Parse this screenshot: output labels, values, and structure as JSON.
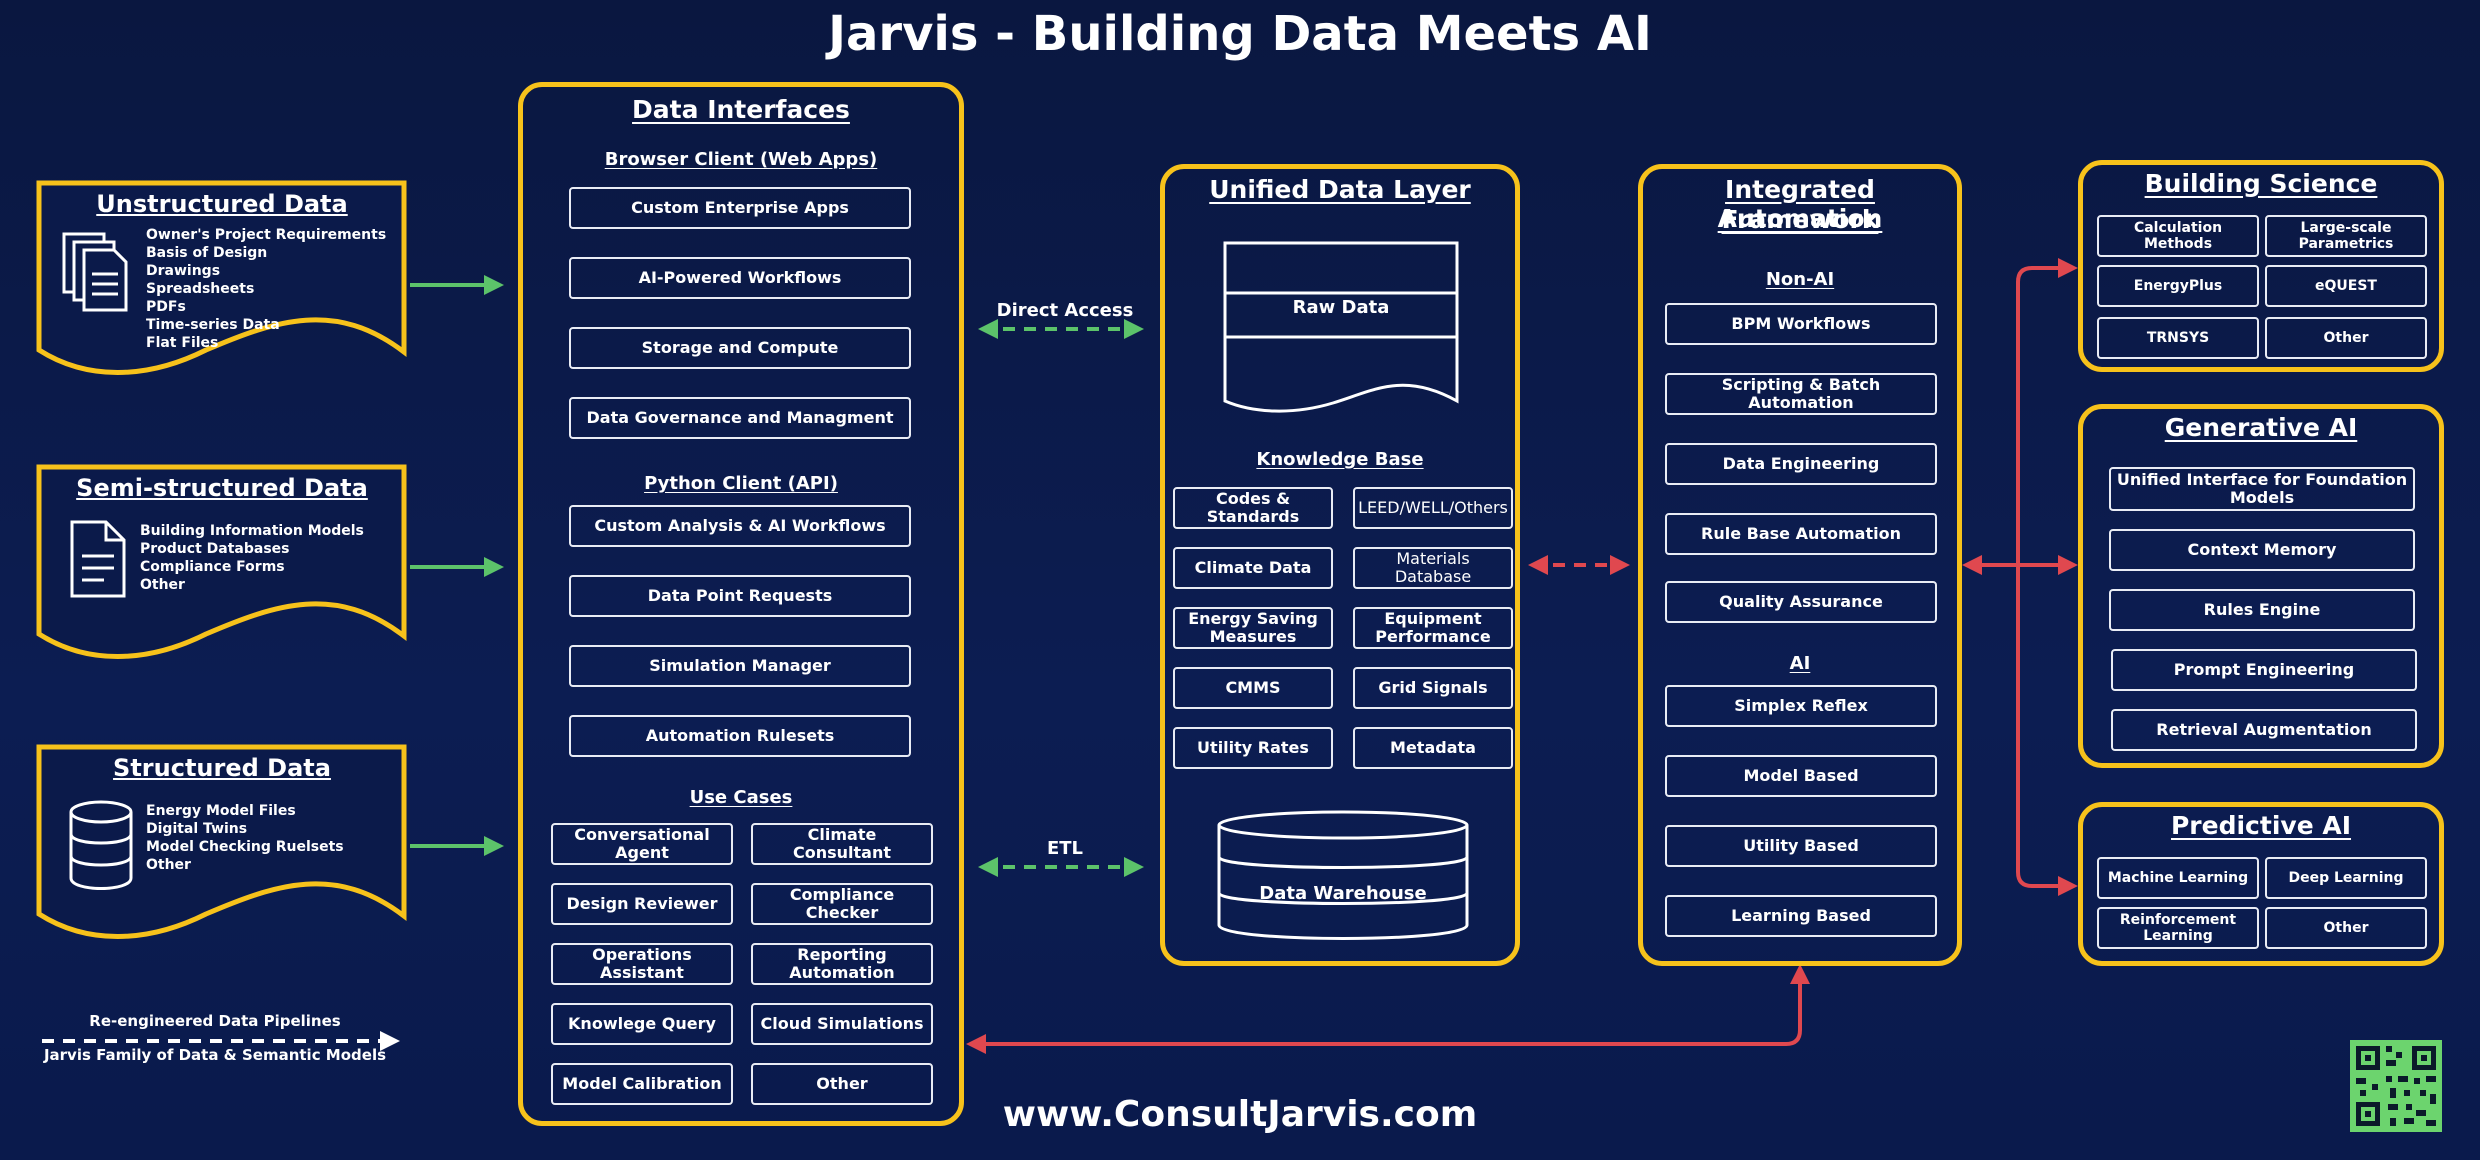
{
  "title": "Jarvis - Building Data Meets AI",
  "footer_url": "www.ConsultJarvis.com",
  "colors": {
    "panel_border": "#f7c21b",
    "green_arrow": "#5cc36a",
    "red_arrow": "#e0484f",
    "background": "#0b1a4a"
  },
  "sources": {
    "unstructured": {
      "title": "Unstructured Data",
      "items": "Owner's Project Requirements\nBasis of Design\nDrawings\nSpreadsheets\nPDFs\nTime-series Data\nFlat Files",
      "icon": "documents-stack-icon"
    },
    "semi": {
      "title": "Semi-structured Data",
      "items": "Building Information Models\nProduct Databases\nCompliance Forms\nOther",
      "icon": "document-icon"
    },
    "structured": {
      "title": "Structured Data",
      "items": "Energy Model Files\nDigital Twins\nModel Checking Ruelsets\nOther",
      "icon": "database-icon"
    }
  },
  "legend": {
    "line1": "Re-engineered Data Pipelines",
    "line2": "Jarvis Family of Data & Semantic Models"
  },
  "interfaces": {
    "title": "Data Interfaces",
    "browser_heading": "Browser Client (Web Apps)",
    "browser_items": [
      "Custom Enterprise Apps",
      "AI-Powered Workflows",
      "Storage and Compute",
      "Data Governance and Managment"
    ],
    "python_heading": "Python Client (API)",
    "python_items": [
      "Custom Analysis & AI Workflows",
      "Data Point Requests",
      "Simulation Manager",
      "Automation Rulesets"
    ],
    "usecases_heading": "Use Cases",
    "usecases": [
      "Conversational Agent",
      "Climate Consultant",
      "Design Reviewer",
      "Compliance Checker",
      "Operations Assistant",
      "Reporting Automation",
      "Knowlege Query",
      "Cloud Simulations",
      "Model Calibration",
      "Other"
    ]
  },
  "connectors": {
    "direct_access": "Direct Access",
    "etl": "ETL"
  },
  "unified": {
    "title": "Unified Data Layer",
    "raw_data": "Raw Data",
    "kb_heading": "Knowledge Base",
    "kb_items": [
      "Codes & Standards",
      "LEED/WELL/Others",
      "Climate Data",
      "Materials Database",
      "Energy Saving Measures",
      "Equipment Performance",
      "CMMS",
      "Grid Signals",
      "Utility Rates",
      "Metadata"
    ],
    "warehouse": "Data Warehouse"
  },
  "automation": {
    "title_line1": "Integrated Automation",
    "title_line2": "Framework",
    "nonai_heading": "Non-AI",
    "nonai_items": [
      "BPM Workflows",
      "Scripting & Batch Automation",
      "Data Engineering",
      "Rule Base Automation",
      "Quality Assurance"
    ],
    "ai_heading": "AI",
    "ai_items": [
      "Simplex Reflex",
      "Model Based",
      "Utility Based",
      "Learning Based"
    ]
  },
  "building_science": {
    "title": "Building Science",
    "items": [
      "Calculation Methods",
      "Large-scale Parametrics",
      "EnergyPlus",
      "eQUEST",
      "TRNSYS",
      "Other"
    ]
  },
  "generative_ai": {
    "title": "Generative AI",
    "items": [
      "Unified Interface for Foundation Models",
      "Context Memory",
      "Rules Engine",
      "Prompt Engineering",
      "Retrieval Augmentation"
    ]
  },
  "predictive_ai": {
    "title": "Predictive AI",
    "items": [
      "Machine Learning",
      "Deep Learning",
      "Reinforcement Learning",
      "Other"
    ]
  }
}
